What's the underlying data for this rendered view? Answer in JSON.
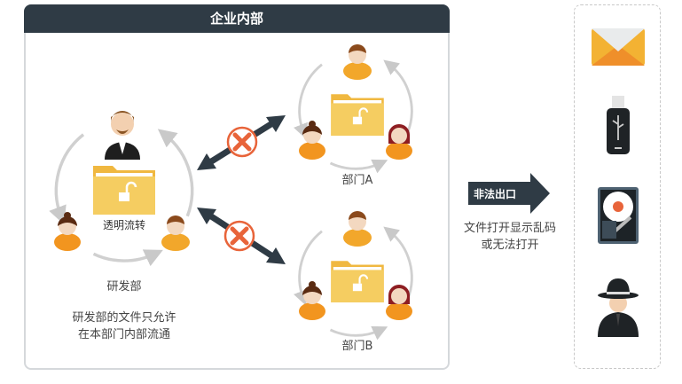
{
  "header": {
    "title": "企业内部"
  },
  "rnd": {
    "folder_label": "透明流转",
    "name": "研发部",
    "note_line1": "研发部的文件只允许",
    "note_line2": "在本部门内部流通"
  },
  "dept_a": {
    "name": "部门A"
  },
  "dept_b": {
    "name": "部门B"
  },
  "exit": {
    "label": "非法出口",
    "result_line1": "文件打开显示乱码",
    "result_line2": "或无法打开"
  },
  "channels": [
    "email-icon",
    "usb-drive-icon",
    "hard-disk-icon",
    "spy-icon"
  ],
  "colors": {
    "dark": "#2f3b45",
    "folder": "#f5c95a",
    "orange": "#f0961f",
    "blocked": "#e8643a"
  }
}
